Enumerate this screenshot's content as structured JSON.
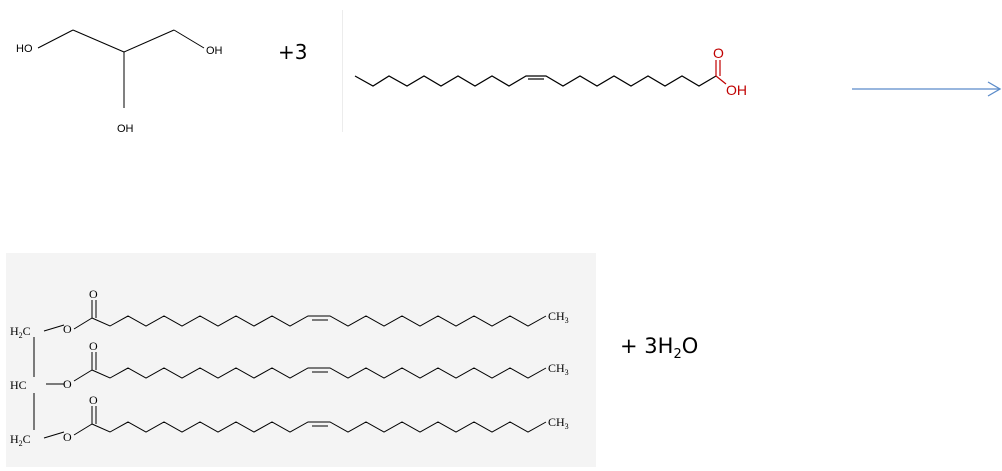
{
  "reaction": {
    "glycerol": {
      "oh_left": "HO",
      "oh_right": "OH",
      "oh_bottom": "OH"
    },
    "plus3": "+3",
    "oleic_acid": {
      "carbonyl_o": "O",
      "hydroxyl": "OH"
    },
    "arrow": "reaction-arrow",
    "triglyceride": {
      "h2c_top": "H",
      "h2c_top_sub": "2",
      "h2c_top_c": "C",
      "hc_mid": "HC",
      "h2c_bot": "H",
      "h2c_bot_sub": "2",
      "h2c_bot_c": "C",
      "o_label": "O",
      "carbonyl_o": "O",
      "ch3": "CH",
      "ch3_sub": "3"
    },
    "water": {
      "prefix": "+ 3H",
      "sub": "2",
      "suffix": "O"
    },
    "colors": {
      "acid_oxygen": "#c00000",
      "arrow": "#5b8bc9",
      "panel_bg": "#f4f4f4"
    }
  }
}
